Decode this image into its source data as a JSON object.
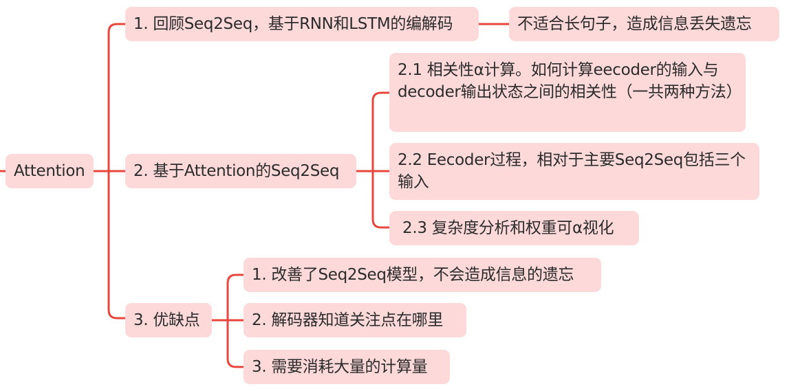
{
  "root": {
    "label": "Attention"
  },
  "branches": [
    {
      "label": "1. 回顾Seq2Seq，基于RNN和LSTM的编解码",
      "children": [
        {
          "label": "不适合长句子，造成信息丢失遗忘"
        }
      ]
    },
    {
      "label": "2. 基于Attention的Seq2Seq",
      "children": [
        {
          "label": "2.1 相关性α计算。如何计算eecoder的输入与decoder输出状态之间的相关性（一共两种方法）"
        },
        {
          "label": "2.2 Eecoder过程，相对于主要Seq2Seq包括三个输入"
        },
        {
          "label": " 2.3 复杂度分析和权重可α视化"
        }
      ]
    },
    {
      "label": "3. 优缺点",
      "children": [
        {
          "label": "1. 改善了Seq2Seq模型，不会造成信息的遗忘"
        },
        {
          "label": "2. 解码器知道关注点在哪里"
        },
        {
          "label": "3. 需要消耗大量的计算量"
        }
      ]
    }
  ],
  "colors": {
    "connector": "#e8463c",
    "node_fill": "#fdd9d9",
    "text": "#2b2b2b"
  }
}
